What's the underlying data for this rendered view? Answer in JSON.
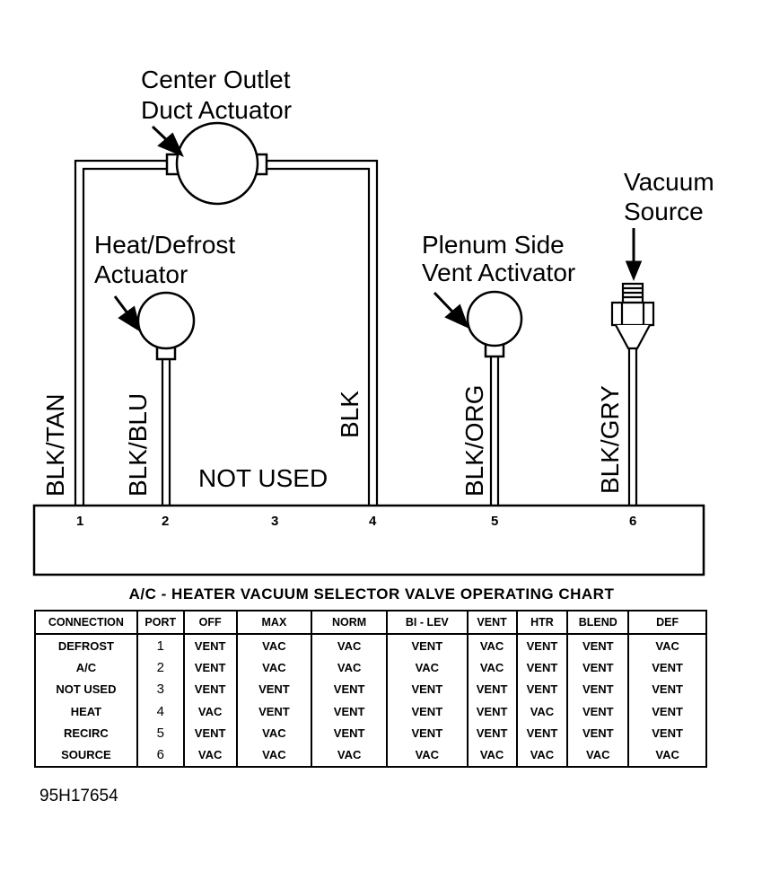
{
  "labels": {
    "center_outlet": [
      "Center Outlet",
      "Duct Actuator"
    ],
    "heat_defrost": [
      "Heat/Defrost",
      "Actuator"
    ],
    "plenum_side": [
      "Plenum Side",
      "Vent Activator"
    ],
    "vacuum_source": [
      "Vacuum",
      "Source"
    ],
    "not_used": "NOT USED"
  },
  "wires": [
    "BLK/TAN",
    "BLK/BLU",
    "BLK",
    "BLK/ORG",
    "BLK/GRY"
  ],
  "ports": [
    "1",
    "2",
    "3",
    "4",
    "5",
    "6"
  ],
  "chart": {
    "title": "A/C - HEATER VACUUM SELECTOR VALVE OPERATING CHART",
    "headers": [
      "CONNECTION",
      "PORT",
      "OFF",
      "MAX",
      "NORM",
      "BI - LEV",
      "VENT",
      "HTR",
      "BLEND",
      "DEF"
    ],
    "rows": [
      [
        "DEFROST",
        "1",
        "VENT",
        "VAC",
        "VAC",
        "VENT",
        "VAC",
        "VENT",
        "VENT",
        "VAC"
      ],
      [
        "A/C",
        "2",
        "VENT",
        "VAC",
        "VAC",
        "VAC",
        "VAC",
        "VENT",
        "VENT",
        "VENT"
      ],
      [
        "NOT USED",
        "3",
        "VENT",
        "VENT",
        "VENT",
        "VENT",
        "VENT",
        "VENT",
        "VENT",
        "VENT"
      ],
      [
        "HEAT",
        "4",
        "VAC",
        "VENT",
        "VENT",
        "VENT",
        "VENT",
        "VAC",
        "VENT",
        "VENT"
      ],
      [
        "RECIRC",
        "5",
        "VENT",
        "VAC",
        "VENT",
        "VENT",
        "VENT",
        "VENT",
        "VENT",
        "VENT"
      ],
      [
        "SOURCE",
        "6",
        "VAC",
        "VAC",
        "VAC",
        "VAC",
        "VAC",
        "VAC",
        "VAC",
        "VAC"
      ]
    ]
  },
  "figure_id": "95H17654"
}
